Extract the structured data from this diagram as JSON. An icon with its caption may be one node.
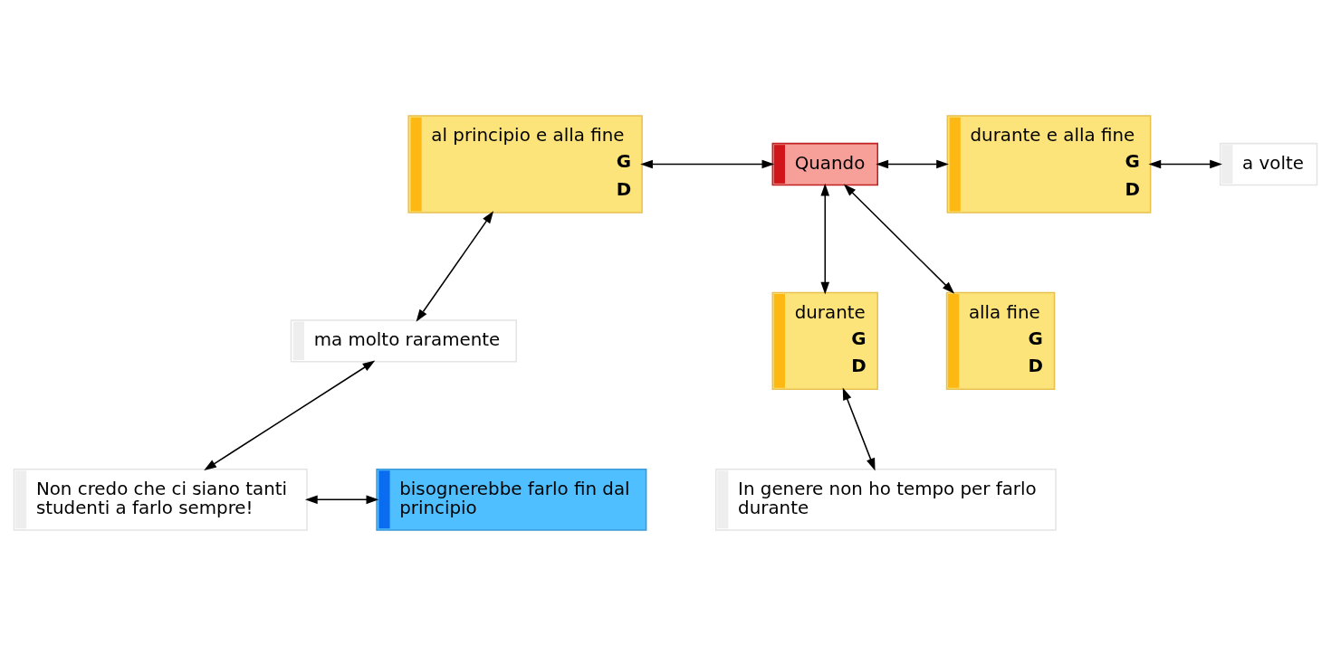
{
  "diagram": {
    "nodes": [
      {
        "text": [
          "al principio e alla fine",
          "G",
          "D"
        ]
      },
      {
        "text": [
          "Quando"
        ]
      },
      {
        "text": [
          "durante e alla fine",
          "G",
          "D"
        ]
      },
      {
        "text": [
          "a volte"
        ]
      },
      {
        "text": [
          "ma molto raramente"
        ]
      },
      {
        "text": [
          "durante",
          "G",
          "D"
        ]
      },
      {
        "text": [
          "alla fine",
          "G",
          "D"
        ]
      },
      {
        "text": [
          "In genere non ho tempo per farlo durante"
        ]
      },
      {
        "text": [
          "Non credo che ci siano tanti studenti a farlo sempre!"
        ]
      },
      {
        "text": [
          "bisognerebbe farlo fin dal principio"
        ]
      }
    ],
    "edges": [
      {
        "from": 0,
        "to": 1,
        "arrow": "both"
      },
      {
        "from": 1,
        "to": 2,
        "arrow": "both"
      },
      {
        "from": 2,
        "to": 3,
        "arrow": "both"
      },
      {
        "from": 0,
        "to": 4,
        "arrow": "both"
      },
      {
        "from": 1,
        "to": 5,
        "arrow": "both"
      },
      {
        "from": 1,
        "to": 6,
        "arrow": "both"
      },
      {
        "from": 5,
        "to": 7,
        "arrow": "both"
      },
      {
        "from": 4,
        "to": 8,
        "arrow": "both"
      },
      {
        "from": 8,
        "to": 9,
        "arrow": "both"
      }
    ]
  }
}
